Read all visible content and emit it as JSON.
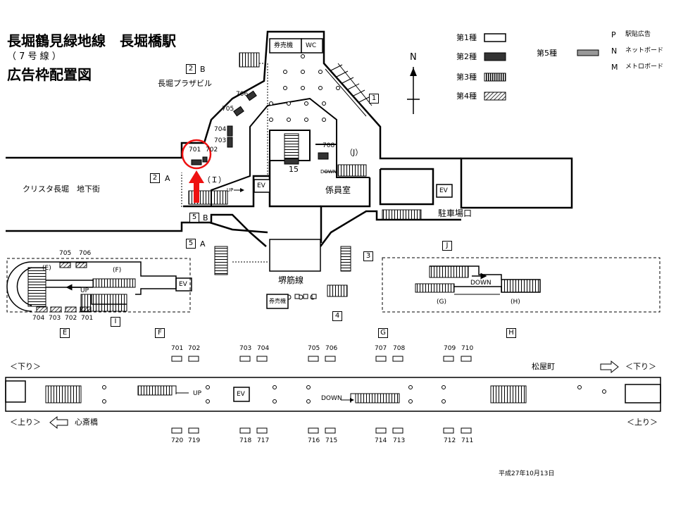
{
  "header": {
    "line_station": "長堀鶴見緑地線　長堀橋駅",
    "line_no": "（ 7 号 線 ）",
    "doc_title": "広告枠配置図"
  },
  "legend": {
    "type1": "第1種",
    "type2": "第2種",
    "type3": "第3種",
    "type4": "第4種",
    "type5": "第5種",
    "p_key": "P",
    "p_label": "駅貼広告",
    "n_key": "N",
    "n_label": "ネットボード",
    "m_key": "M",
    "m_label": "メトロボード",
    "north": "N"
  },
  "labels": {
    "plaza": "長堀プラザビル",
    "crysta": "クリスタ長堀　地下街",
    "staff": "係員室",
    "parking": "駐車場口",
    "sakaisuji": "堺筋線",
    "ticket": "券売機",
    "ticket2": "券売機",
    "wc": "WC",
    "ev": "EV",
    "up": "UP",
    "down": "DOWN",
    "matsuya": "松屋町",
    "shinsaibashi": "心斎橋",
    "kudari": "＜下り＞",
    "nobori": "＜上り＞",
    "date": "平成27年10月13日"
  },
  "exits": {
    "e1": "1",
    "e2": "2",
    "e3": "3",
    "e4": "4",
    "e5": "5",
    "b": "B",
    "a": "A",
    "j": "J",
    "i": "I",
    "e": "E",
    "f": "F",
    "g": "G",
    "h": "H",
    "n15": "15"
  },
  "areas": {
    "I": "（Ｉ）",
    "J": "（J）",
    "E": "(E)",
    "F": "(F)",
    "G": "(G)",
    "H": "(H)"
  },
  "ads": {
    "a701": "701",
    "a702": "702",
    "a703": "703",
    "a704": "704",
    "a705": "705",
    "a706": "706",
    "a707": "707",
    "a708": "708",
    "a709": "709",
    "a710": "710",
    "a711": "711",
    "a712": "712",
    "a713": "713",
    "a714": "714",
    "a715": "715",
    "a716": "716",
    "a717": "717",
    "a718": "718",
    "a719": "719",
    "a720": "720"
  }
}
